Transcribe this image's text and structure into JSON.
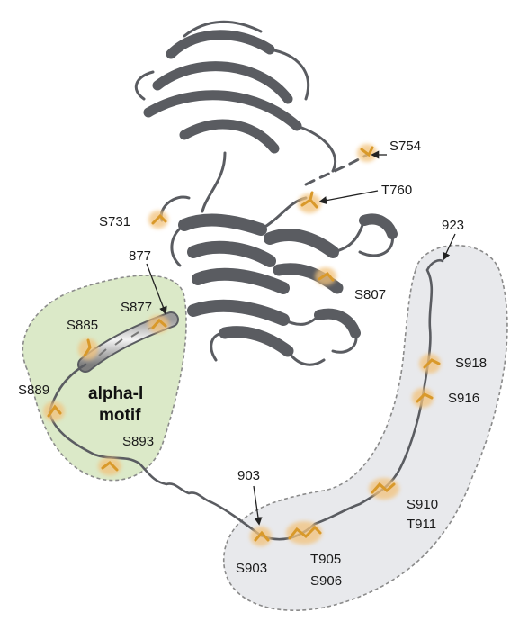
{
  "diagram": {
    "region_labels": {
      "motif_line1": "alpha-l",
      "motif_line2": "motif"
    },
    "residues": [
      {
        "id": "s754",
        "label": "S754"
      },
      {
        "id": "t760",
        "label": "T760"
      },
      {
        "id": "s731",
        "label": "S731"
      },
      {
        "id": "s807",
        "label": "S807"
      },
      {
        "id": "s877",
        "label": "S877"
      },
      {
        "id": "s885",
        "label": "S885"
      },
      {
        "id": "s889",
        "label": "S889"
      },
      {
        "id": "s893",
        "label": "S893"
      },
      {
        "id": "s918",
        "label": "S918"
      },
      {
        "id": "s916",
        "label": "S916"
      },
      {
        "id": "s910",
        "label": "S910"
      },
      {
        "id": "t911",
        "label": "T911"
      },
      {
        "id": "s903",
        "label": "S903"
      },
      {
        "id": "t905",
        "label": "T905"
      },
      {
        "id": "s906",
        "label": "S906"
      }
    ],
    "position_markers": {
      "m877": "877",
      "m923": "923",
      "m903": "903"
    },
    "colors": {
      "motif_region_fill": "#dbe9c8",
      "tail_region_fill": "#e8e9ec",
      "region_border": "#8a8a8a",
      "protein_ribbon": "#5a5c61",
      "phosphosite_glow": "#f2c27c",
      "phosphosite_stick": "#d9992a"
    }
  }
}
